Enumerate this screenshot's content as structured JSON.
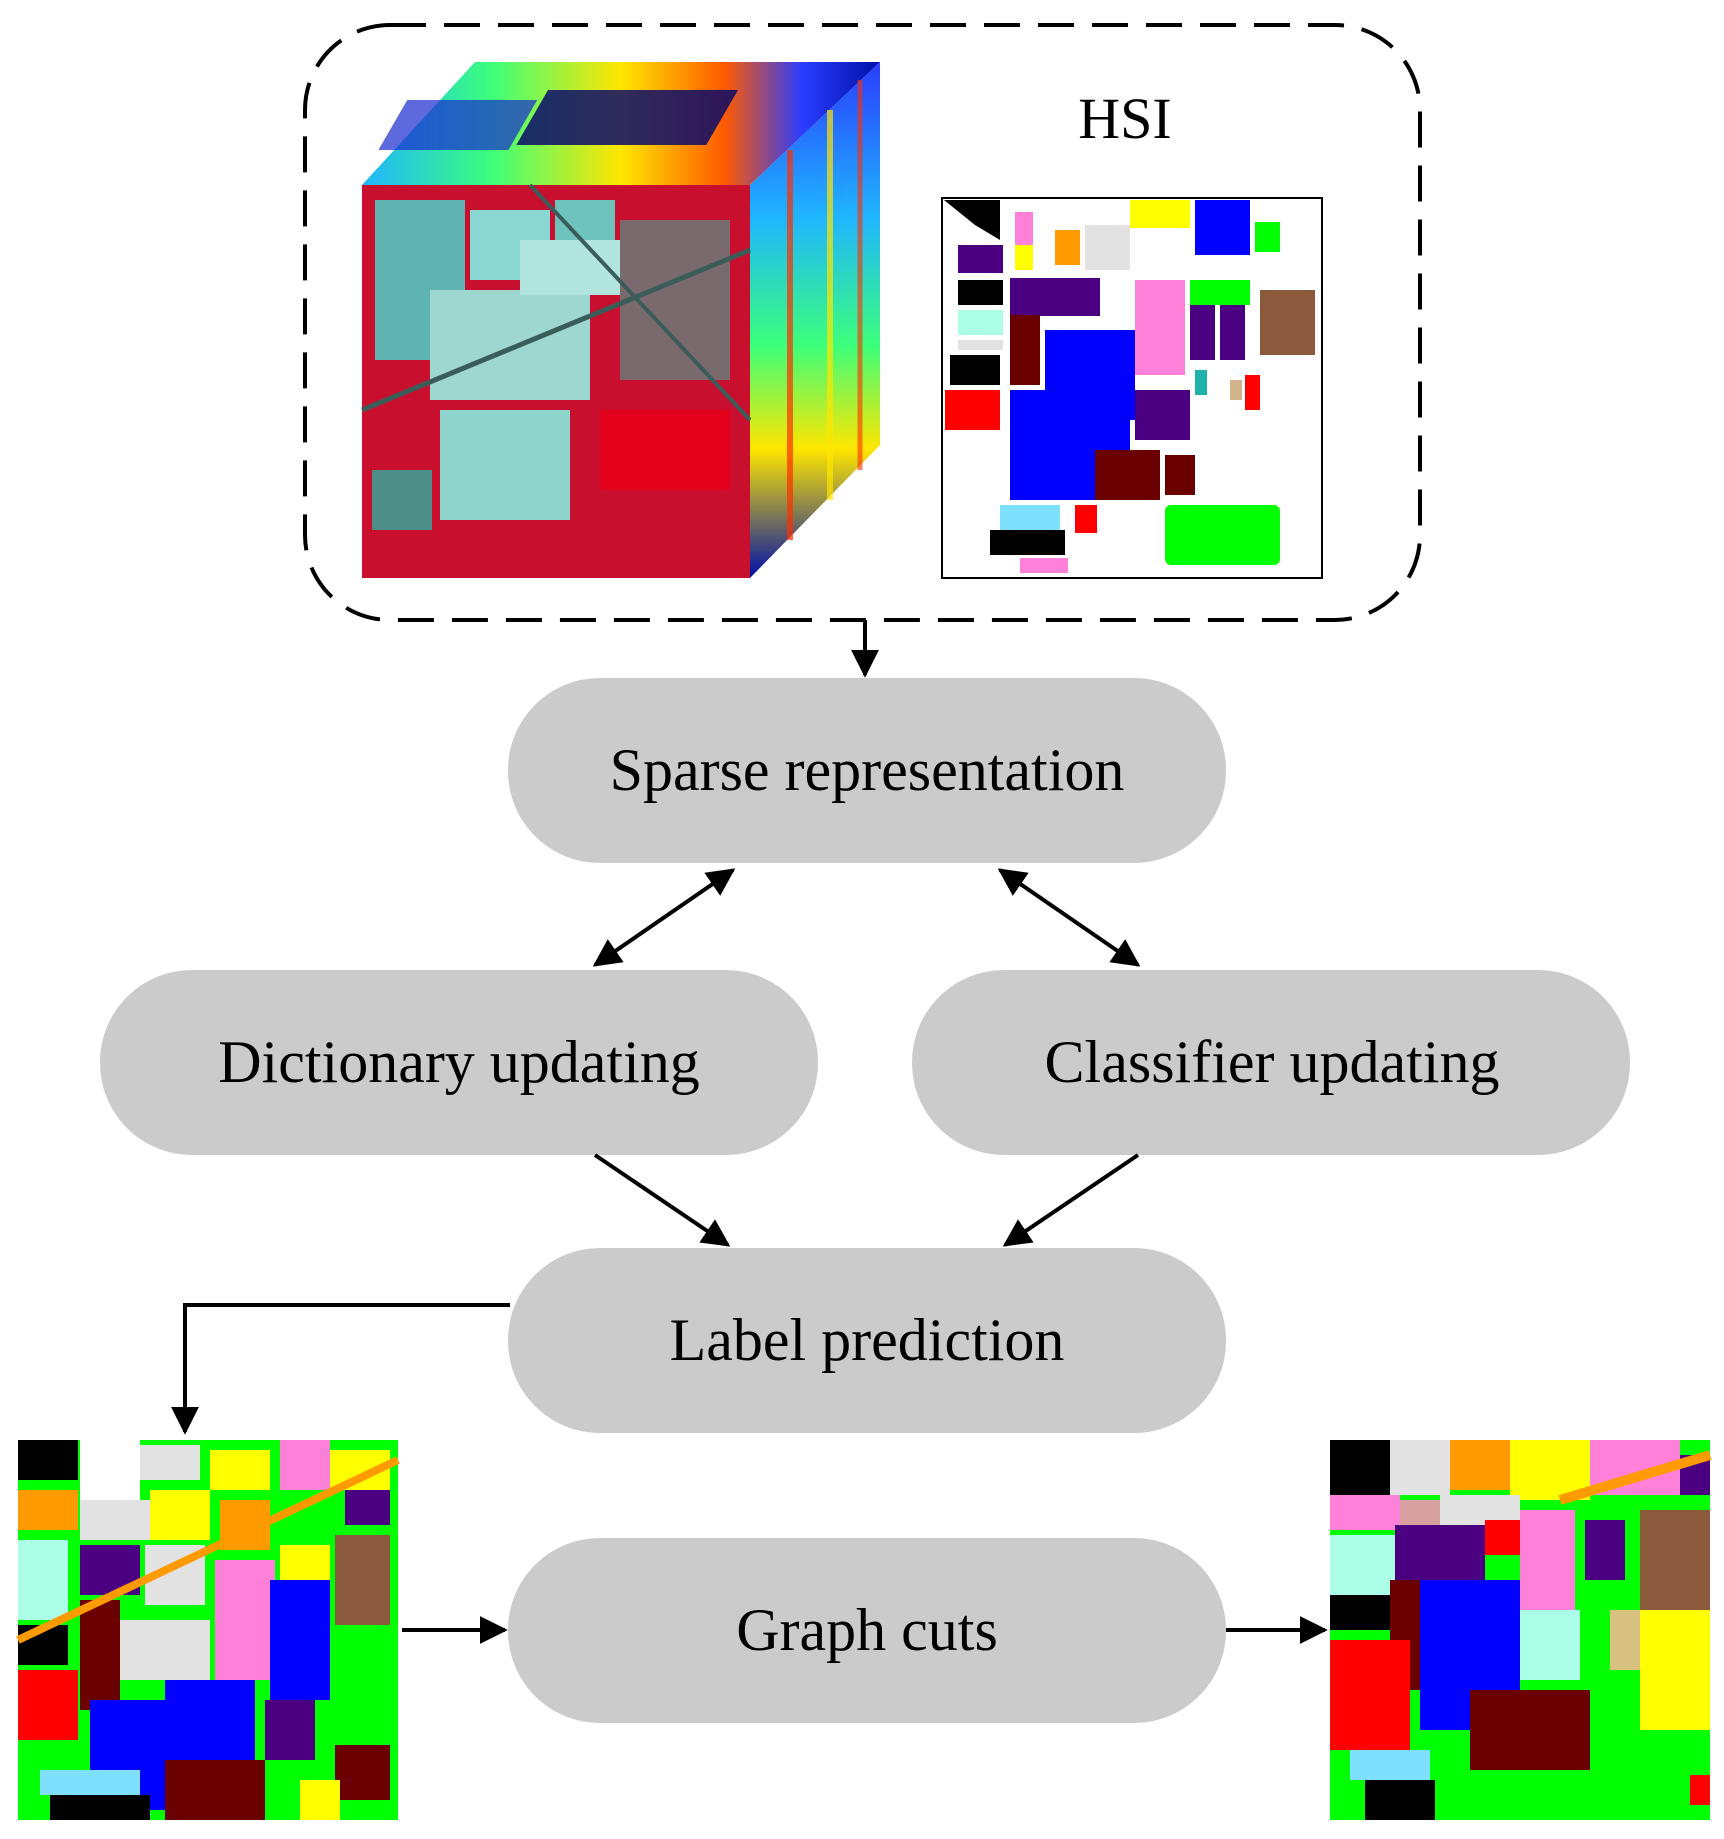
{
  "diagram": {
    "input_group_label": "HSI",
    "nodes": {
      "sparse": "Sparse representation",
      "dictionary": "Dictionary updating",
      "classifier": "Classifier updating",
      "label": "Label prediction",
      "graph": "Graph cuts"
    },
    "colors": {
      "node_fill": "#cbcbcb",
      "arrow": "#000000",
      "group_border": "#000000"
    },
    "images": {
      "hsi_cube": "hyperspectral-data-cube",
      "ground_truth": "ground-truth-class-map",
      "initial_classification": "initial-classification-map",
      "refined_classification": "graph-cut-refined-classification-map"
    }
  }
}
